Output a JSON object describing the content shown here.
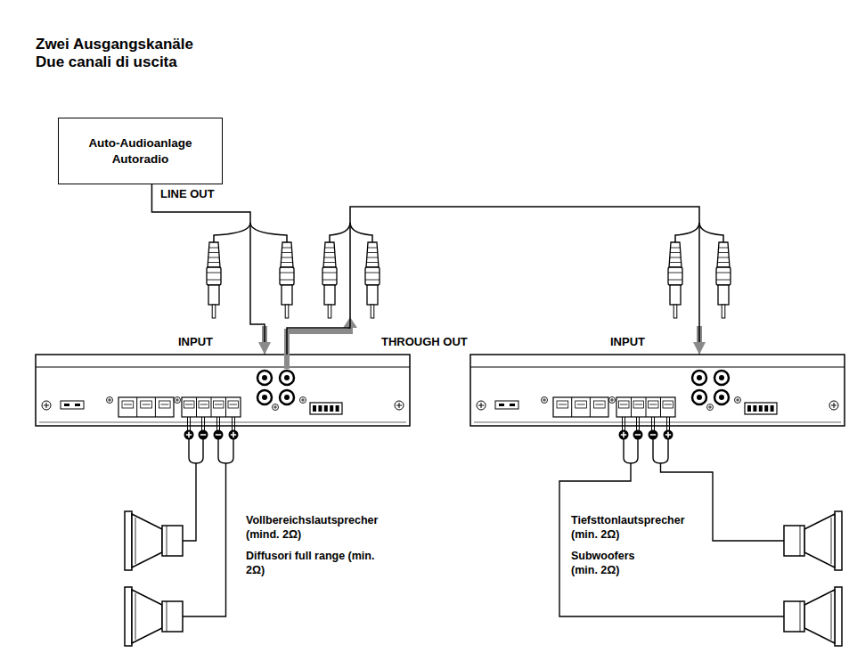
{
  "diagram": {
    "title": "Zwei Ausgangskanäle",
    "nodes": [
      {
        "text": [
          "Auto-Audioanlage Autoradio"
        ]
      },
      {
        "text": [
          "INPUT",
          "THROUGH OUT"
        ]
      },
      {
        "text": [
          "INPUT"
        ]
      }
    ],
    "edges": [
      {
        "from": 0,
        "to": 1,
        "arrow": "to",
        "label": "LINE OUT"
      },
      {
        "from": 1,
        "to": 2,
        "arrow": "to"
      }
    ],
    "labels": [
      "Due canali di uscita",
      "Vollbereichslautsprecher (mind. 2Ω)",
      "Diffusori full range (min. 2Ω)",
      "Tiefsttonlautsprecher (min. 2Ω)",
      "Subwoofers (min. 2Ω)"
    ]
  }
}
